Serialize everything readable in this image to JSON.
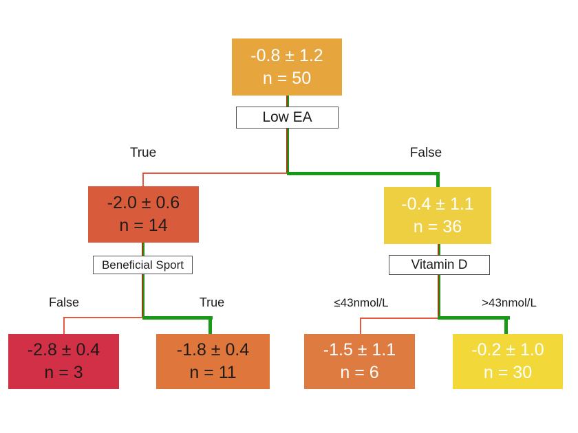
{
  "diagram": {
    "type": "decision-tree",
    "nodes": {
      "root": {
        "value": "-0.8 ± 1.2",
        "count": "n = 50",
        "bg": "#e7a53e",
        "fg": "#ffffff"
      },
      "low_ea_true": {
        "value": "-2.0 ± 0.6",
        "count": "n = 14",
        "bg": "#d85c3c",
        "fg": "#201b18"
      },
      "low_ea_false": {
        "value": "-0.4 ± 1.1",
        "count": "n = 36",
        "bg": "#efcf42",
        "fg": "#ffffff"
      },
      "sport_false": {
        "value": "-2.8 ± 0.4",
        "count": "n = 3",
        "bg": "#d23046",
        "fg": "#201b18"
      },
      "sport_true": {
        "value": "-1.8 ± 0.4",
        "count": "n = 11",
        "bg": "#df763c",
        "fg": "#201b18"
      },
      "vitd_low": {
        "value": "-1.5 ± 1.1",
        "count": "n = 6",
        "bg": "#de7b41",
        "fg": "#ffffff"
      },
      "vitd_high": {
        "value": "-0.2 ± 1.0",
        "count": "n = 30",
        "bg": "#f2d839",
        "fg": "#ffffff"
      }
    },
    "splits": {
      "root": {
        "label": "Low EA",
        "left": "True",
        "right": "False"
      },
      "sport": {
        "label": "Beneficial Sport",
        "left": "False",
        "right": "True"
      },
      "vitd": {
        "label": "Vitamin D",
        "left": "≤43nmol/L",
        "right": ">43nmol/L"
      }
    },
    "line_colors": {
      "minor_branch": "#e8573d",
      "major_branch": "#189a18",
      "stem_left": "#9a420c",
      "stem_right": "#1f9418"
    }
  }
}
